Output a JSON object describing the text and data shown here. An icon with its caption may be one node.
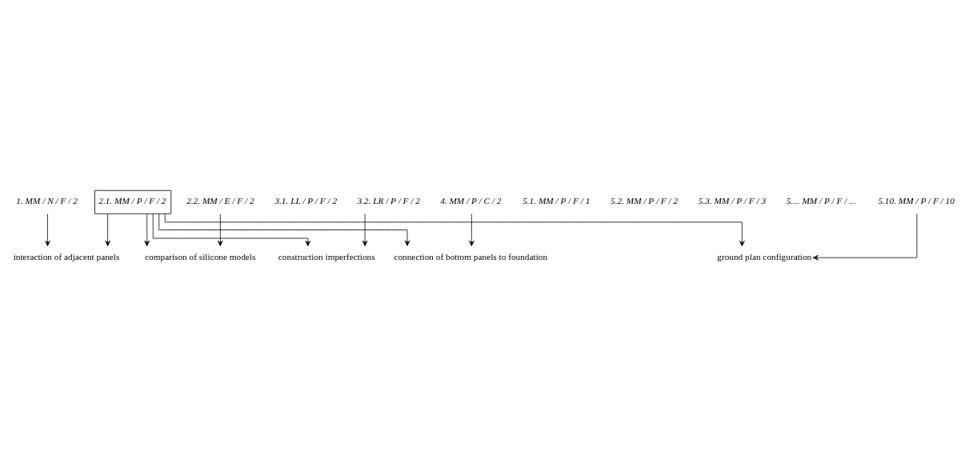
{
  "diagram": {
    "nodes": [
      {
        "text": [
          "1. MM / N / F / 2"
        ]
      },
      {
        "text": [
          "2.1. MM / P / F / 2"
        ]
      },
      {
        "text": [
          "2.2. MM / E / F / 2"
        ]
      },
      {
        "text": [
          "3.1. LL / P / F / 2"
        ]
      },
      {
        "text": [
          "3.2. LR / P / F / 2"
        ]
      },
      {
        "text": [
          "4. MM / P / C / 2"
        ]
      },
      {
        "text": [
          "5.1. MM / P / F / 1"
        ]
      },
      {
        "text": [
          "5.2. MM / P / F / 2"
        ]
      },
      {
        "text": [
          "5.3. MM / P / F / 3"
        ]
      },
      {
        "text": [
          "5.... MM / P / F / ..."
        ]
      },
      {
        "text": [
          "5.10. MM / P / F / 10"
        ]
      },
      {
        "text": [
          "connection of bottom panels to foundation"
        ]
      },
      {
        "text": [
          "comparison of silicone models"
        ]
      },
      {
        "text": [
          "interaction of adjacent panels"
        ]
      },
      {
        "text": [
          "construction imperfections"
        ]
      },
      {
        "text": [
          "ground plan configuration"
        ]
      }
    ],
    "edges": [
      {
        "from": 1,
        "to": 11,
        "arrow": "to"
      },
      {
        "from": 5,
        "to": 11,
        "arrow": "to"
      },
      {
        "from": 1,
        "to": 12,
        "arrow": "to"
      },
      {
        "from": 2,
        "to": 12,
        "arrow": "to"
      },
      {
        "from": 0,
        "to": 13,
        "arrow": "to"
      },
      {
        "from": 1,
        "to": 13,
        "arrow": "to"
      },
      {
        "from": 1,
        "to": 14,
        "arrow": "to"
      },
      {
        "from": 4,
        "to": 14,
        "arrow": "to"
      },
      {
        "from": 1,
        "to": 15,
        "arrow": "to"
      },
      {
        "from": 10,
        "to": 15,
        "arrow": "to"
      }
    ]
  }
}
